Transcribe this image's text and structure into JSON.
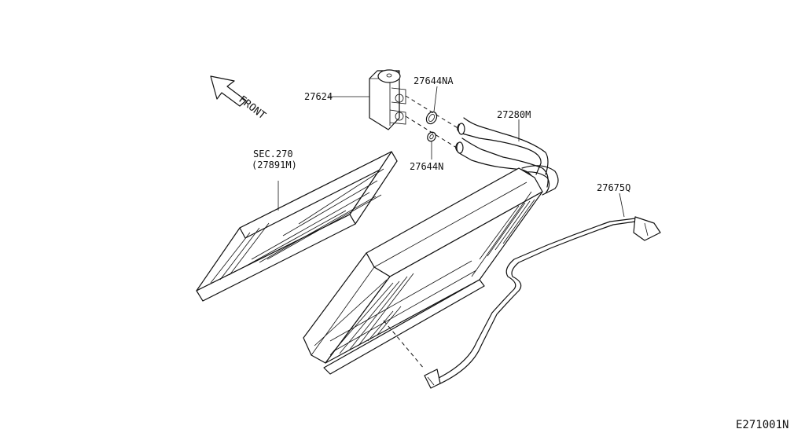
{
  "labels": {
    "front": "FRONT",
    "expansion_valve": "27624",
    "o_ring_upper": "27644NA",
    "o_ring_lower": "27644N",
    "pipe": "27280M",
    "sensor": "27675Q",
    "filter_sec": "SEC.270",
    "filter_part": "(27891M)",
    "diagram_code": "E271001N"
  }
}
